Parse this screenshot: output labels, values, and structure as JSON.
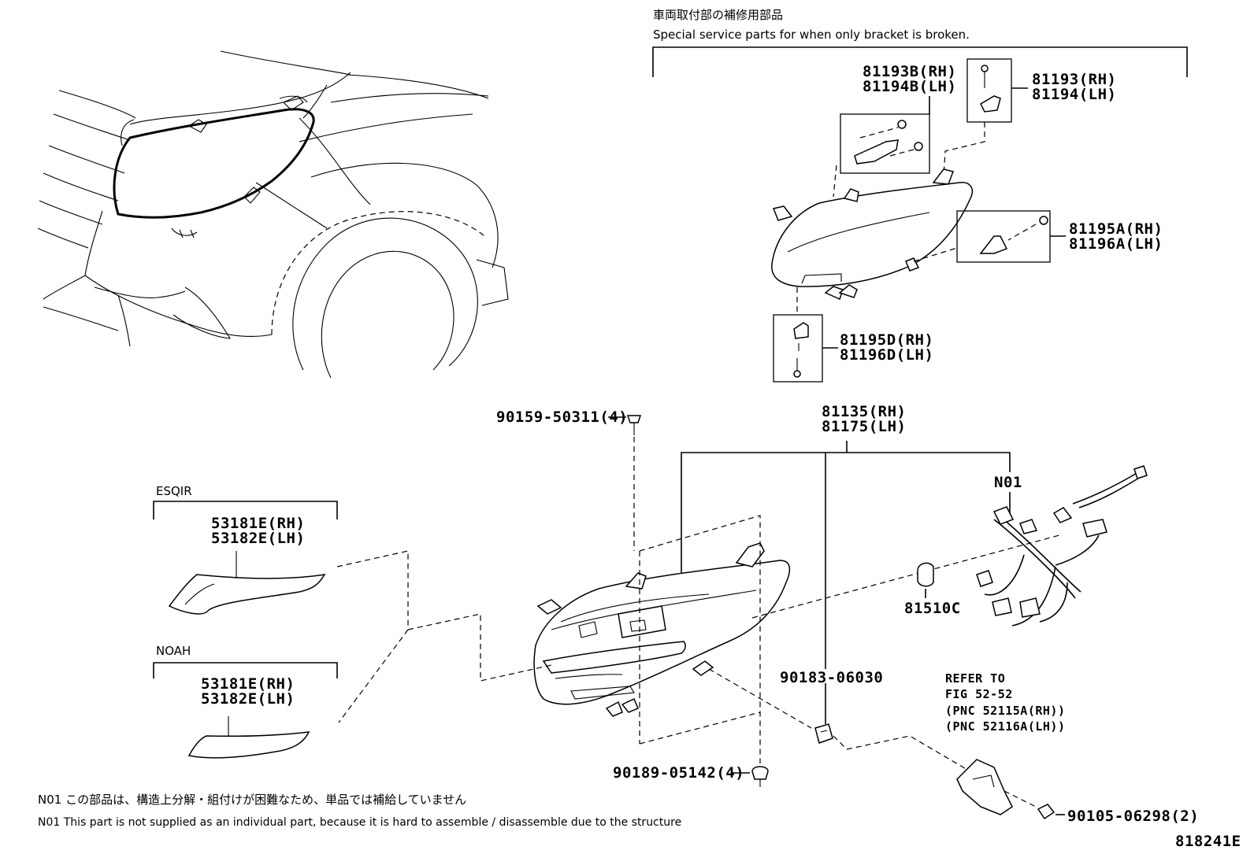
{
  "header": {
    "jp_title": "車両取付部の補修用部品",
    "en_title": "Special service parts for when only bracket is broken."
  },
  "parts": {
    "bracket_b": [
      "81193B(RH)",
      "81194B(LH)"
    ],
    "bracket": [
      "81193(RH)",
      "81194(LH)"
    ],
    "bracket_a": [
      "81195A(RH)",
      "81196A(LH)"
    ],
    "bracket_d": [
      "81195D(RH)",
      "81196D(LH)"
    ],
    "screw_upper": "90159-50311(4)",
    "headlamp": [
      "81135(RH)",
      "81175(LH)"
    ],
    "n01": "N01",
    "bulb": "81510C",
    "clip_nut": "90183-06030",
    "screw_lower": "90189-05142(4)",
    "bolt": "90105-06298(2)",
    "ref_lines": [
      "REFER TO",
      "FIG 52-52",
      "(PNC 52115A(RH))",
      "(PNC 52116A(LH))"
    ],
    "esqir_label": "ESQIR",
    "esqir_parts": [
      "53181E(RH)",
      "53182E(LH)"
    ],
    "noah_label": "NOAH",
    "noah_parts": [
      "53181E(RH)",
      "53182E(LH)"
    ]
  },
  "notes": {
    "jp": "N01 この部品は、構造上分解・組付けが困難なため、単品では補給していません",
    "en": "N01 This part is not supplied as an individual part, because it is hard to assemble / disassemble due to the structure"
  },
  "figure_id": "818241E"
}
